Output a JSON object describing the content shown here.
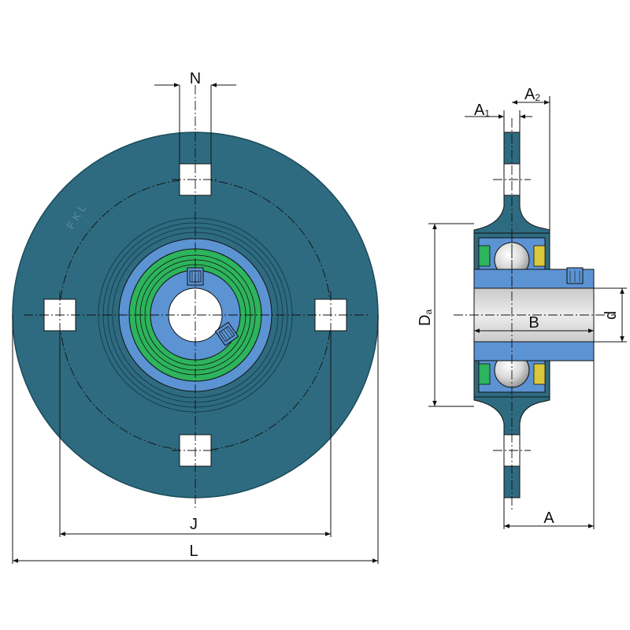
{
  "brand_mark": "FKL",
  "colors": {
    "housing": "#2e6b80",
    "housing_edge": "#1d4a5a",
    "bearing_ring": "#5b93d3",
    "seal": "#2db45c",
    "steel": "#d6d6d6",
    "hole": "#ffffff"
  },
  "dimensions": {
    "N": "N",
    "J": "J",
    "L": "L",
    "A1_main": "A",
    "A1_sub": "1",
    "A2_main": "A",
    "A2_sub": "2",
    "A": "A",
    "Da_main": "D",
    "Da_sub": "a",
    "B": "B",
    "d": "d"
  }
}
